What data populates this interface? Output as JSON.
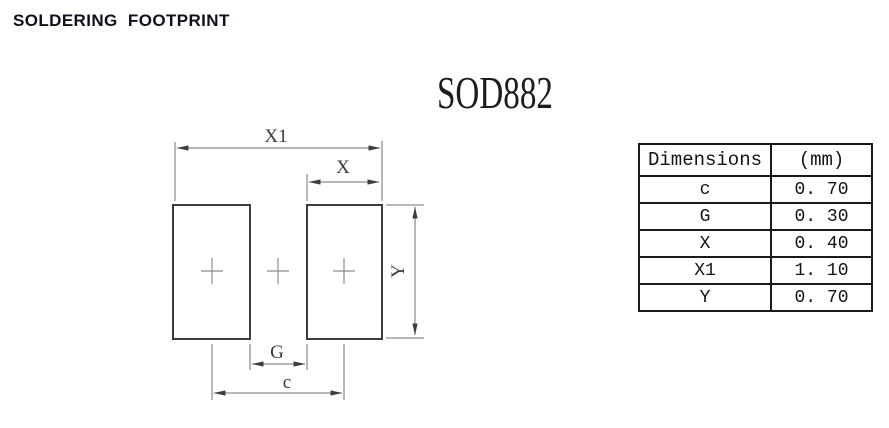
{
  "page": {
    "title": "SOLDERING  FOOTPRINT"
  },
  "drawing": {
    "title": "SOD882",
    "labels": {
      "x1": "X1",
      "x": "X",
      "y": "Y",
      "g": "G",
      "c": "c"
    },
    "colors": {
      "dimension_line": "#707070",
      "pad_outline": "#3c3c3c",
      "center_mark": "#8c8c8c",
      "label_text": "#3a3a3a"
    }
  },
  "table": {
    "headers": [
      "Dimensions",
      "(mm)"
    ],
    "rows": [
      [
        "c",
        "0. 70"
      ],
      [
        "G",
        "0. 30"
      ],
      [
        "X",
        "0. 40"
      ],
      [
        "X1",
        "1. 10"
      ],
      [
        "Y",
        "0. 70"
      ]
    ]
  }
}
